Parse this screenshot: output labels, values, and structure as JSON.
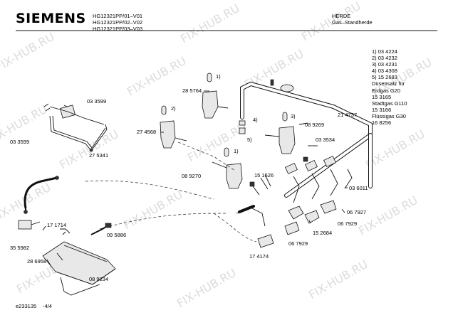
{
  "header": {
    "brand": "SIEMENS",
    "models": [
      "HG12321PP/01–V01",
      "HG12321PP/02–V02",
      "HG12321PP/03–V03"
    ],
    "category": "HERDE",
    "subcategory": "Gas–Standherde"
  },
  "legend": [
    "1) 03 4224",
    "2) 03 4232",
    "3) 03 4231",
    "4) 03 4308",
    "5) 15 2683",
    "Düsensatz für",
    "Erdgas G20",
    "15 3165",
    "Stadtgas G110",
    "15 3166",
    "Flüssigas G30",
    "16 8256"
  ],
  "parts": {
    "p1": "03 3599",
    "p2": "03 3599",
    "p3": "27 5341",
    "p4": "28 5764",
    "p5": "27 4568",
    "p6": "08 9270",
    "p7": "21 4737",
    "p8": "08 9269",
    "p9": "03 3534",
    "p10": "15 1526",
    "p11": "03 6011",
    "p12": "06 7927",
    "p13": "06 7929",
    "p14": "15 2684",
    "p15": "06 7929",
    "p16": "17 4174",
    "p17": "17 1714",
    "p18": "35 5982",
    "p19": "09 5886",
    "p20": "28 6958",
    "p21": "08 9234"
  },
  "refs": {
    "r1": "1)",
    "r2": "2)",
    "r3": "3)",
    "r4": "4)",
    "r5": "5)",
    "r6": "1)"
  },
  "footer": {
    "doc_id": "e233135",
    "page": "-4/4"
  },
  "watermark": "FIX-HUB.RU"
}
